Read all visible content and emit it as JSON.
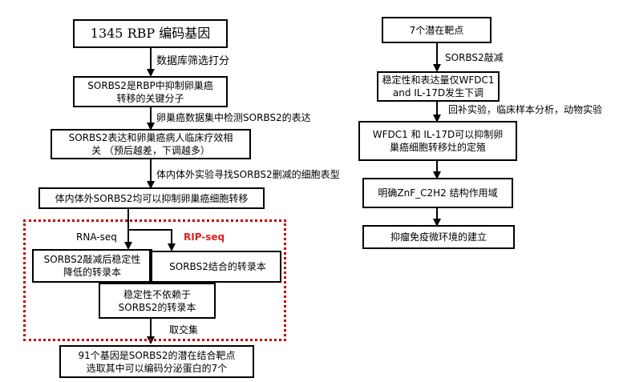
{
  "left_flow": {
    "start_box": "1345 RBP 编码基因",
    "edge1": "数据库筛选打分",
    "box2": [
      "SORBS2是RBP中抑制卵巢癌",
      "转移的关键分子"
    ],
    "edge2": "卵巢癌数据集中检测SORBS2的表达",
    "box3": [
      "SORBS2表达和卵巢癌病人临床疗效相",
      "关 （预后越差，下调越多）"
    ],
    "edge3": "体内体外实验寻找SORBS2删减的细胞表型",
    "box4": "体内体外SORBS2均可以抑制卵巢癌细胞转移",
    "rna_seq": "RNA-seq",
    "rip_seq": "RIP-seq",
    "box_rna": [
      "SORBS2敲减后稳定性",
      "降低的转录本"
    ],
    "box_rip": "SORBS2结合的转录本",
    "box_stable": [
      "稳定性不依赖于",
      "SORBS2的转录本"
    ],
    "edge_intersect": "取交集",
    "final_box": [
      "91个基因是SORBS2的潜在结合靶点",
      "选取其中可以编码分泌蛋白的7个"
    ]
  },
  "right_flow": {
    "box1": "7个潜在靶点",
    "edge1": "SORBS2敲减",
    "box2": [
      "稳定性和表达量仅WFDC1",
      "and IL-17D发生下调"
    ],
    "edge2": "回补实验，临床样本分析，动物实验",
    "box3": [
      "WFDC1 和 IL-17D可以抑制卵",
      "巢癌细胞转移灶的定殖"
    ],
    "box4": "明确ZnF_C2H2 结构作用域",
    "box5": "抑瘤免疫微环境的建立"
  },
  "colors": {
    "highlight": "#e02020",
    "dotted_border": "#c00000"
  }
}
